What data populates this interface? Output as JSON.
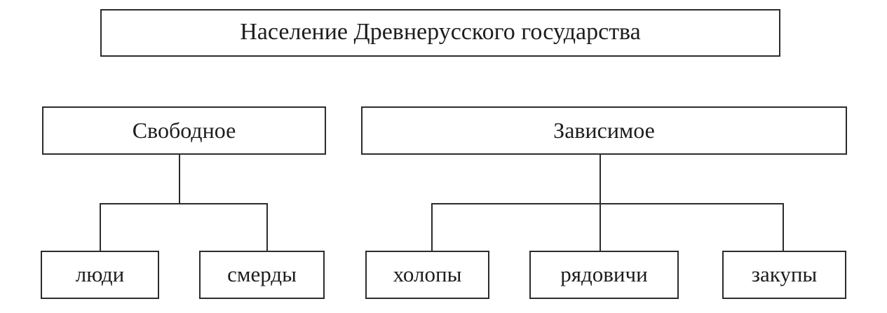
{
  "diagram": {
    "type": "tree",
    "title": "Население Древнерусского государства",
    "root": {
      "id": "root",
      "label": "Население Древнерусского государства"
    },
    "level2": [
      {
        "id": "svobodnoe",
        "label": "Свободное"
      },
      {
        "id": "zavisimoe",
        "label": "Зависимое"
      }
    ],
    "level3": [
      {
        "id": "ludi",
        "label": "люди",
        "parent": "svobodnoe"
      },
      {
        "id": "smerdy",
        "label": "смерды",
        "parent": "svobodnoe"
      },
      {
        "id": "holopy",
        "label": "холопы",
        "parent": "zavisimoe"
      },
      {
        "id": "ryadovichi",
        "label": "рядовичи",
        "parent": "zavisimoe"
      },
      {
        "id": "zakupy",
        "label": "закупы",
        "parent": "zavisimoe"
      }
    ],
    "style": {
      "background": "#ffffff",
      "border_color": "#2e2b2c",
      "text_color": "#1d1d1d",
      "connector_color": "#2e2b2c"
    }
  }
}
